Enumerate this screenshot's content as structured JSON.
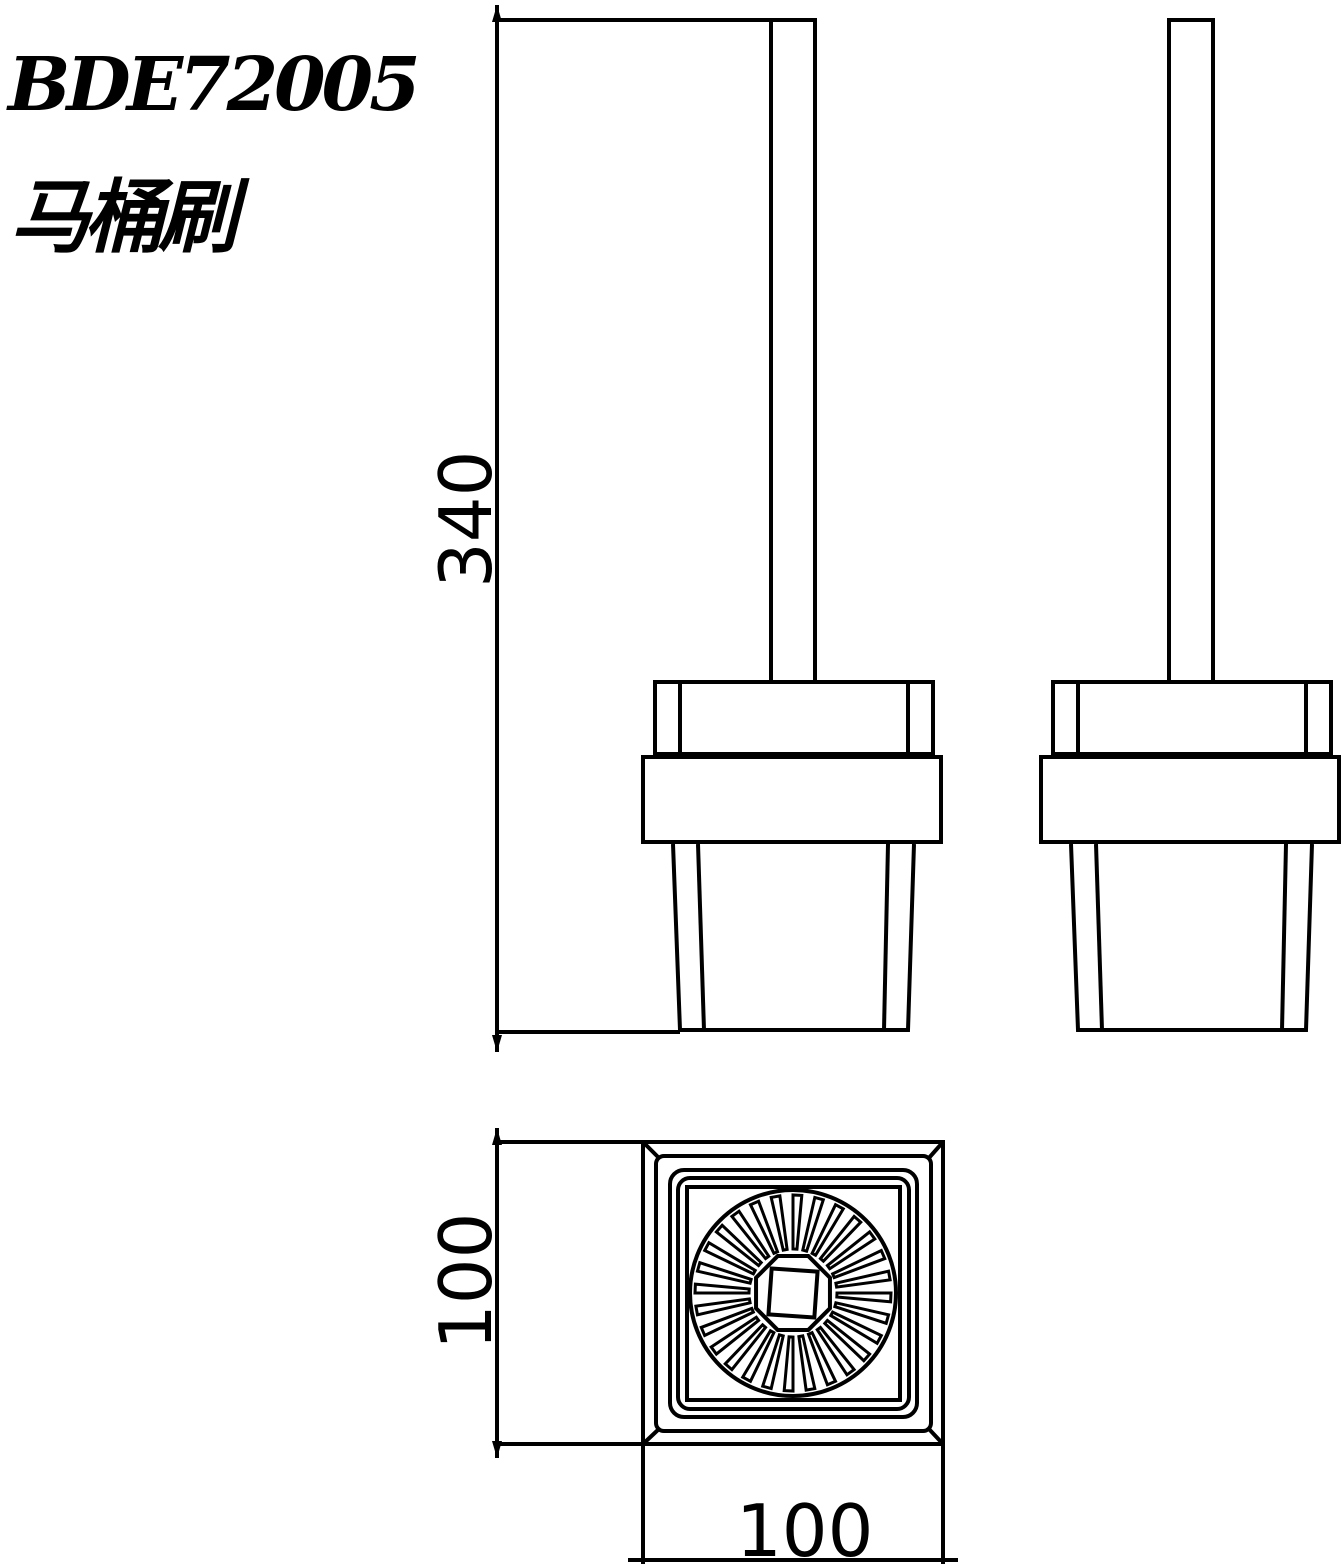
{
  "title": {
    "model": "BDE72005",
    "name": "马桶刷"
  },
  "dimensions": {
    "height": "340",
    "top_depth": "100",
    "top_width": "100"
  },
  "style": {
    "line_color": "#000000",
    "background": "#ffffff"
  }
}
